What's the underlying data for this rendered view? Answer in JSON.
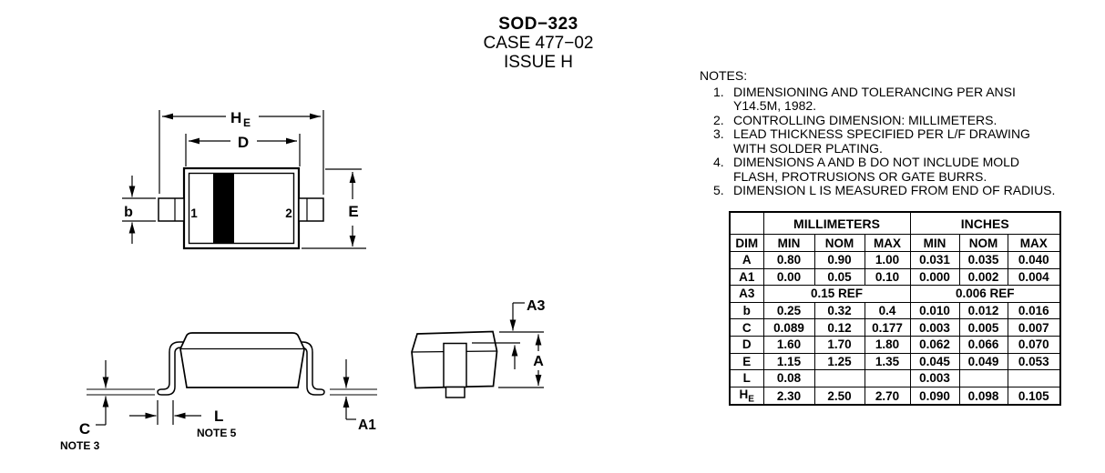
{
  "title": {
    "line1": "SOD−323",
    "line2": "CASE 477−02",
    "line3": "ISSUE H"
  },
  "notes": {
    "heading": "NOTES:",
    "items": [
      {
        "num": "1.",
        "lines": [
          "DIMENSIONING AND TOLERANCING PER ANSI",
          "Y14.5M, 1982."
        ]
      },
      {
        "num": "2.",
        "lines": [
          "CONTROLLING DIMENSION: MILLIMETERS."
        ]
      },
      {
        "num": "3.",
        "lines": [
          "LEAD THICKNESS SPECIFIED PER L/F DRAWING",
          "WITH SOLDER PLATING."
        ]
      },
      {
        "num": "4.",
        "lines": [
          "DIMENSIONS A AND B DO NOT INCLUDE MOLD",
          "FLASH, PROTRUSIONS OR GATE BURRS."
        ]
      },
      {
        "num": "5.",
        "lines": [
          "DIMENSION L IS MEASURED FROM END OF RADIUS."
        ]
      }
    ]
  },
  "table": {
    "group_headers": {
      "mm": "MILLIMETERS",
      "inch": "INCHES"
    },
    "col_headers": {
      "dim": "DIM",
      "min": "MIN",
      "nom": "NOM",
      "max": "MAX"
    },
    "rows": [
      {
        "dim": "A",
        "mm": [
          "0.80",
          "0.90",
          "1.00"
        ],
        "inch": [
          "0.031",
          "0.035",
          "0.040"
        ]
      },
      {
        "dim": "A1",
        "mm": [
          "0.00",
          "0.05",
          "0.10"
        ],
        "inch": [
          "0.000",
          "0.002",
          "0.004"
        ]
      },
      {
        "dim": "A3",
        "mm_ref": "0.15 REF",
        "inch_ref": "0.006 REF"
      },
      {
        "dim": "b",
        "mm": [
          "0.25",
          "0.32",
          "0.4"
        ],
        "inch": [
          "0.010",
          "0.012",
          "0.016"
        ]
      },
      {
        "dim": "C",
        "mm": [
          "0.089",
          "0.12",
          "0.177"
        ],
        "inch": [
          "0.003",
          "0.005",
          "0.007"
        ]
      },
      {
        "dim": "D",
        "mm": [
          "1.60",
          "1.70",
          "1.80"
        ],
        "inch": [
          "0.062",
          "0.066",
          "0.070"
        ]
      },
      {
        "dim": "E",
        "mm": [
          "1.15",
          "1.25",
          "1.35"
        ],
        "inch": [
          "0.045",
          "0.049",
          "0.053"
        ]
      },
      {
        "dim": "L",
        "mm": [
          "0.08",
          "",
          ""
        ],
        "inch": [
          "0.003",
          "",
          ""
        ]
      },
      {
        "dim": "H",
        "dim_sub": "E",
        "mm": [
          "2.30",
          "2.50",
          "2.70"
        ],
        "inch": [
          "0.090",
          "0.098",
          "0.105"
        ]
      }
    ]
  },
  "drawing": {
    "top_view": {
      "he_main": "H",
      "he_sub": "E",
      "d": "D",
      "b": "b",
      "e": "E",
      "pin1": "1",
      "pin2": "2"
    },
    "side_view": {
      "c": "C",
      "note3": "NOTE 3",
      "l": "L",
      "note5": "NOTE 5",
      "a1": "A1"
    },
    "end_view": {
      "a3": "A3",
      "a": "A"
    }
  },
  "colors": {
    "ink": "#000000",
    "paper": "#ffffff",
    "cathode_band": "#000000"
  }
}
